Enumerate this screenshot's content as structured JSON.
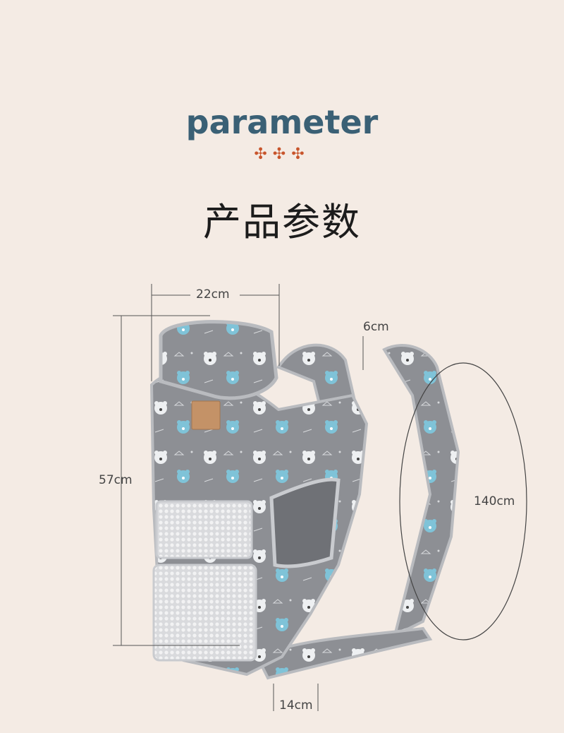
{
  "header": {
    "title_en": "parameter",
    "sparkles": "✣✣✣",
    "title_cn": "产品参数"
  },
  "dimensions": {
    "width": "22cm",
    "strap_width": "6cm",
    "height": "57cm",
    "strap_length": "140cm",
    "depth": "14cm"
  },
  "colors": {
    "background": "#f4ebe4",
    "title": "#3a6075",
    "accent": "#c8552c",
    "fabric": "#8d8f94",
    "print_blue": "#7fc3d8"
  }
}
